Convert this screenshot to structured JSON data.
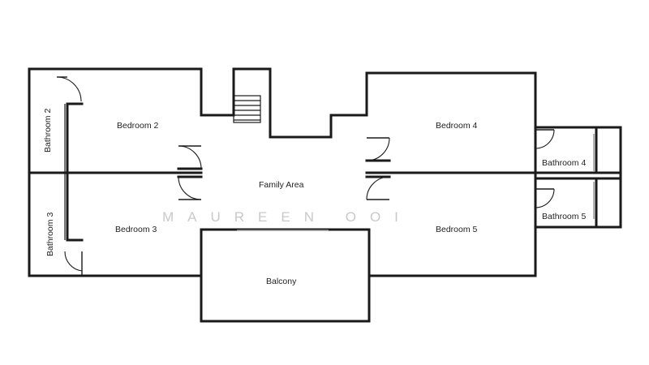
{
  "rooms": {
    "bathroom_2": "Bathroom 2",
    "bedroom_2": "Bedroom 2",
    "bathroom_3": "Bathroom 3",
    "bedroom_3": "Bedroom 3",
    "family_area": "Family Area",
    "bedroom_4": "Bedroom 4",
    "bathroom_4": "Bathroom 4",
    "bedroom_5": "Bedroom 5",
    "bathroom_5": "Bathroom 5",
    "balcony": "Balcony"
  },
  "watermark": "MAUREEN OOI"
}
